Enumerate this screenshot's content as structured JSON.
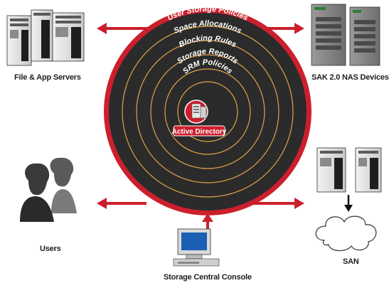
{
  "labels": {
    "file_app_servers": "File & App Servers",
    "sak_nas_devices": "SAK 2.0 NAS Devices",
    "users": "Users",
    "san": "SAN",
    "storage_central_console": "Storage Central Console"
  },
  "rings": [
    "User Storage Policies",
    "Space Allocations",
    "Blocking Rules",
    "Storage Reports",
    "SRM Policies"
  ],
  "center": {
    "label": "Active Directory"
  },
  "colors": {
    "accent_red": "#cc1f2d",
    "disk_dark": "#2b2b2b",
    "ring_line": "#e3a24a",
    "label_text": "#1e1e1e"
  }
}
